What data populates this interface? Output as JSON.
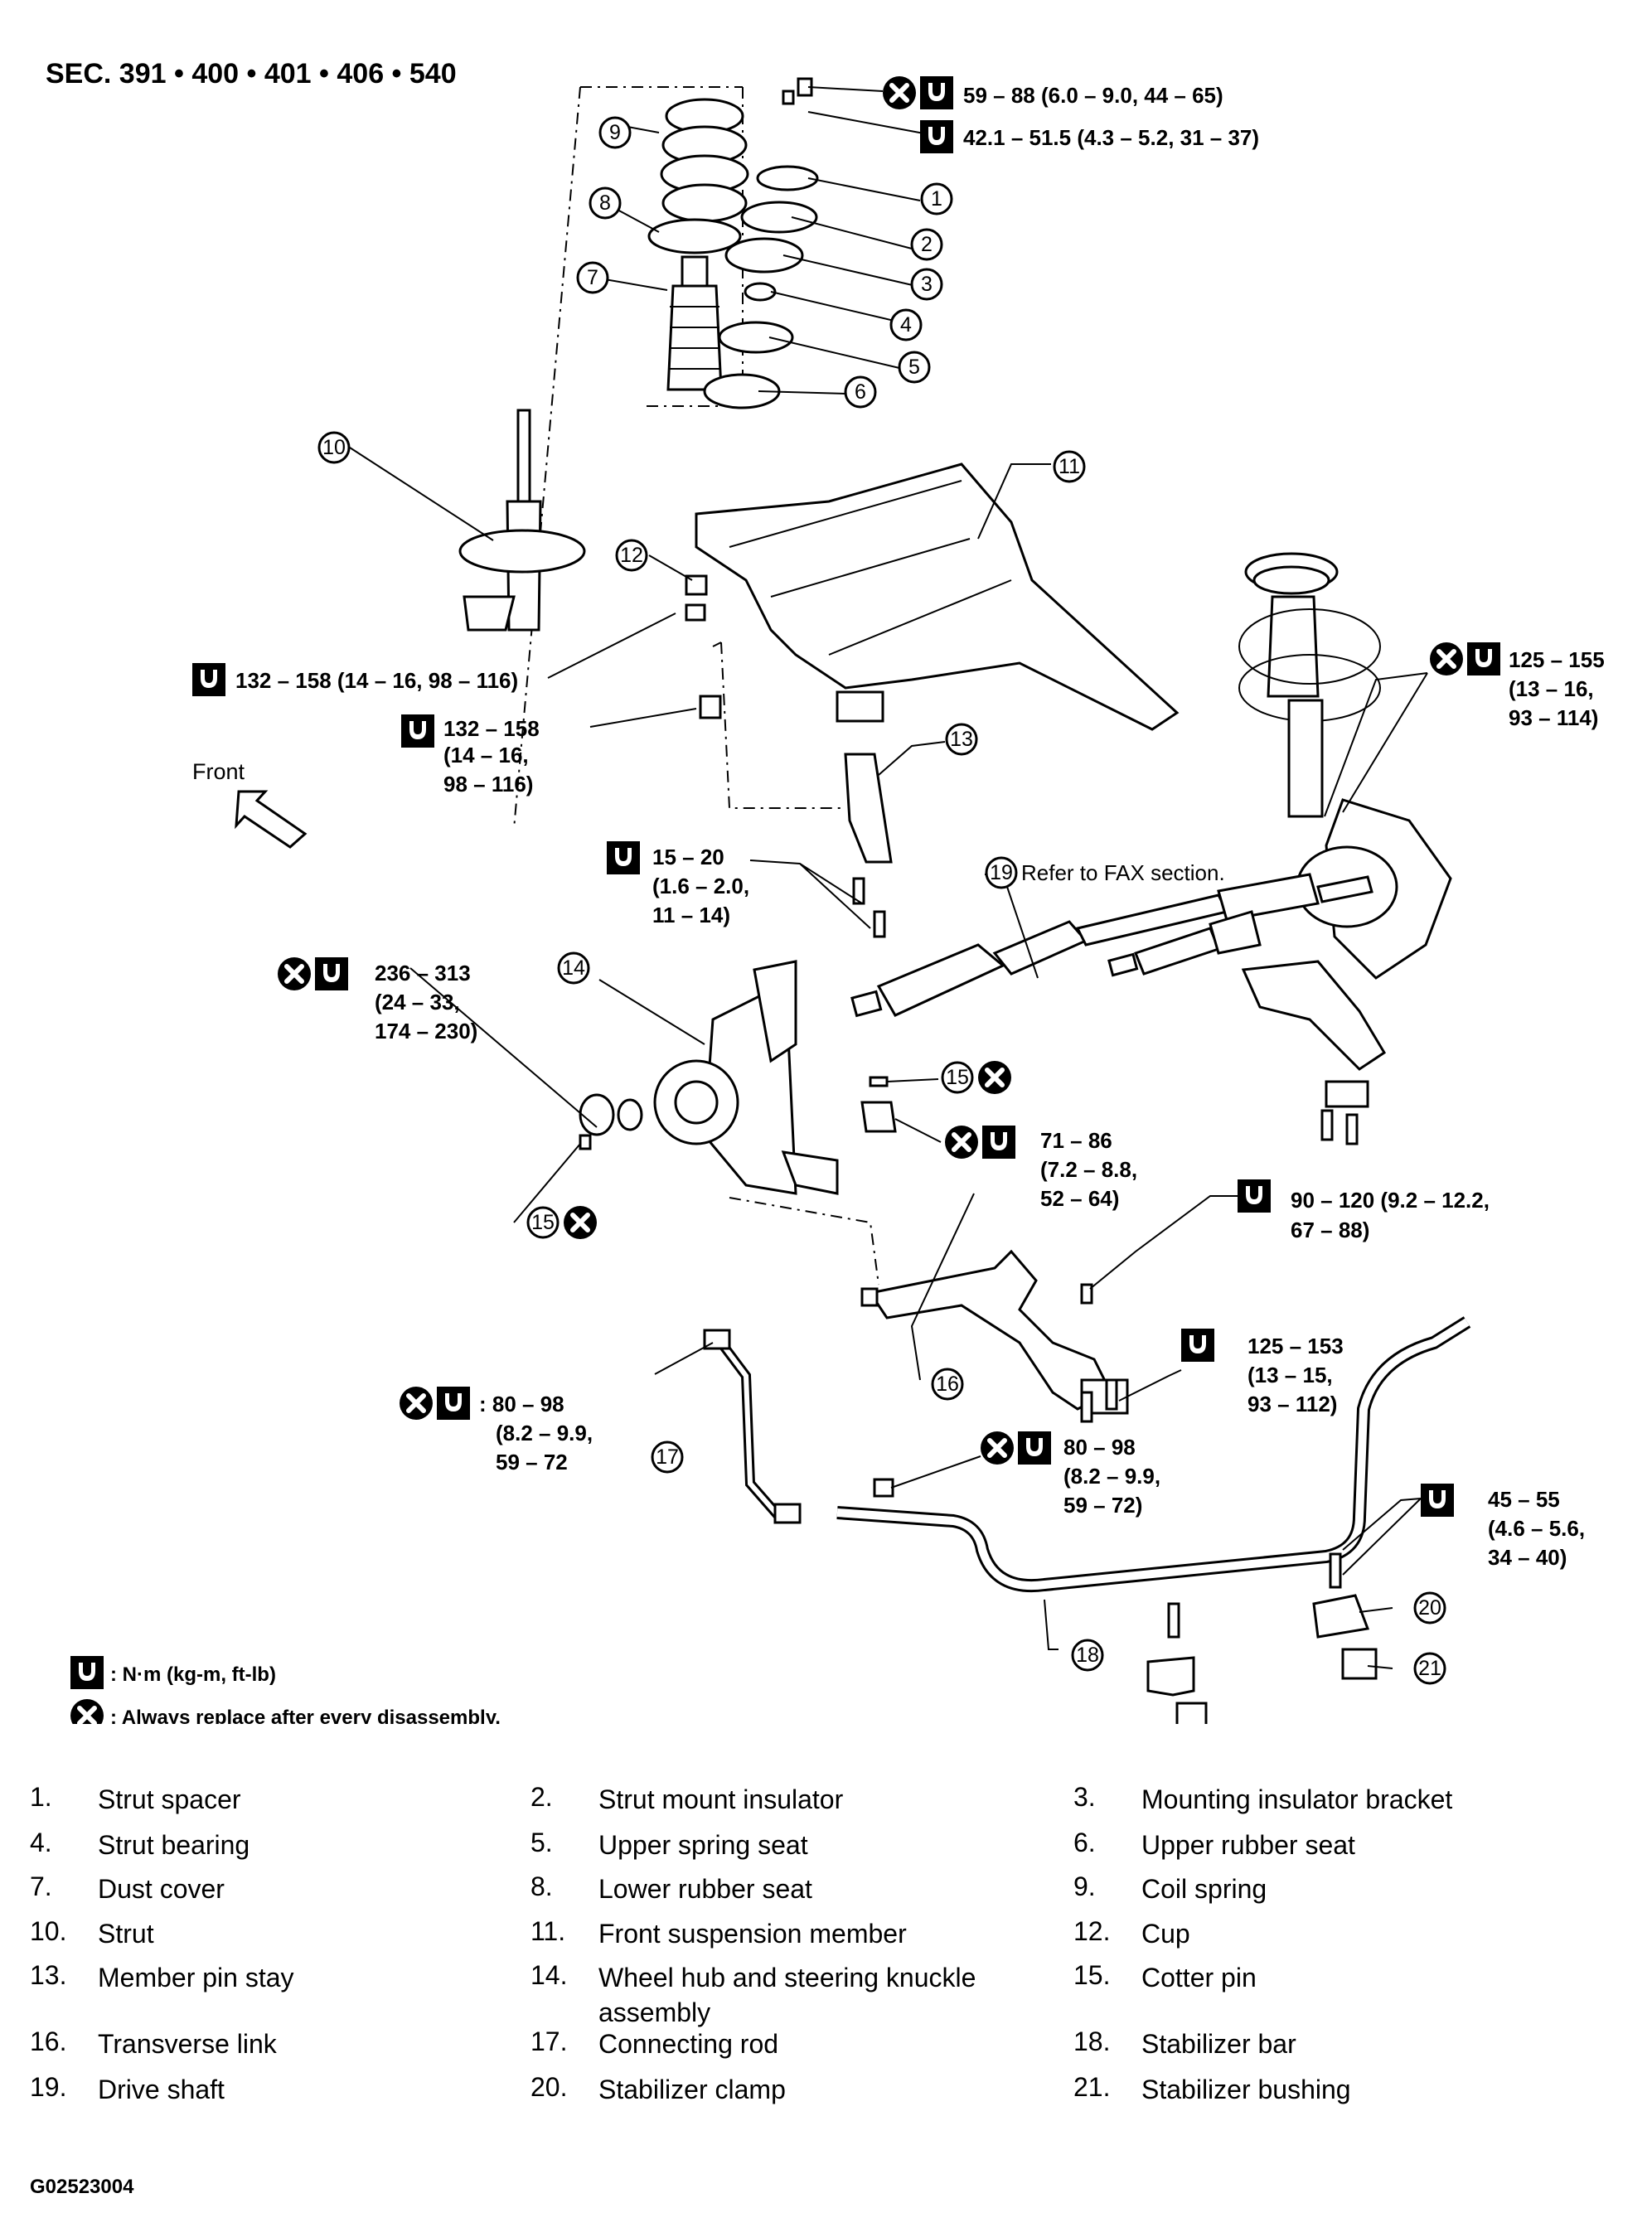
{
  "section_label": "SEC. 391 • 400 • 401 • 406 • 540",
  "front_label": "Front",
  "figure_id": "G02523004",
  "callouts": {
    "t1": "59 – 88 (6.0 – 9.0, 44 – 65)",
    "t2": "42.1 – 51.5 (4.3 – 5.2, 31 – 37)",
    "t3": "132 – 158 (14 – 16, 98 – 116)",
    "t4a": "132 – 158",
    "t4b": "(14 – 16,",
    "t4c": "98 – 116)",
    "t5a": "125 – 155",
    "t5b": "(13 – 16,",
    "t5c": "93 – 114)",
    "t6a": "15 – 20",
    "t6b": "(1.6 – 2.0,",
    "t6c": "11 – 14)",
    "ref19": "Refer to FAX section.",
    "t7a": "236 – 313",
    "t7b": "(24 – 33,",
    "t7c": "174 – 230)",
    "t8a": "71 – 86",
    "t8b": "(7.2 – 8.8,",
    "t8c": "52 – 64)",
    "t9a": "90 – 120 (9.2 – 12.2,",
    "t9b": "67 – 88)",
    "t10a": "125 – 153",
    "t10b": "(13 – 15,",
    "t10c": "93 – 112)",
    "t11a": ": 80 – 98",
    "t11b": "(8.2 – 9.9,",
    "t11c": "59 – 72",
    "t12a": "80 – 98",
    "t12b": "(8.2 – 9.9,",
    "t12c": "59 – 72)",
    "t13a": "45 – 55",
    "t13b": "(4.6 – 5.6,",
    "t13c": "34 – 40)"
  },
  "legend": {
    "torque": ": N·m (kg-m, ft-lb)",
    "replace": ": Always replace after every disassembly."
  },
  "callout_numbers": [
    "1",
    "2",
    "3",
    "4",
    "5",
    "6",
    "7",
    "8",
    "9",
    "10",
    "11",
    "12",
    "13",
    "14",
    "15",
    "16",
    "17",
    "18",
    "19",
    "20",
    "21"
  ],
  "parts": [
    {
      "num": "1.",
      "name": "Strut spacer"
    },
    {
      "num": "2.",
      "name": "Strut mount insulator"
    },
    {
      "num": "3.",
      "name": "Mounting insulator bracket"
    },
    {
      "num": "4.",
      "name": "Strut bearing"
    },
    {
      "num": "5.",
      "name": "Upper spring seat"
    },
    {
      "num": "6.",
      "name": "Upper rubber seat"
    },
    {
      "num": "7.",
      "name": "Dust cover"
    },
    {
      "num": "8.",
      "name": "Lower rubber seat"
    },
    {
      "num": "9.",
      "name": "Coil spring"
    },
    {
      "num": "10.",
      "name": "Strut"
    },
    {
      "num": "11.",
      "name": "Front suspension member"
    },
    {
      "num": "12.",
      "name": "Cup"
    },
    {
      "num": "13.",
      "name": "Member pin stay"
    },
    {
      "num": "14.",
      "name": "Wheel hub and steering knuckle assembly"
    },
    {
      "num": "15.",
      "name": "Cotter pin"
    },
    {
      "num": "16.",
      "name": "Transverse link"
    },
    {
      "num": "17.",
      "name": "Connecting rod"
    },
    {
      "num": "18.",
      "name": "Stabilizer bar"
    },
    {
      "num": "19.",
      "name": "Drive shaft"
    },
    {
      "num": "20.",
      "name": "Stabilizer clamp"
    },
    {
      "num": "21.",
      "name": "Stabilizer bushing"
    }
  ]
}
